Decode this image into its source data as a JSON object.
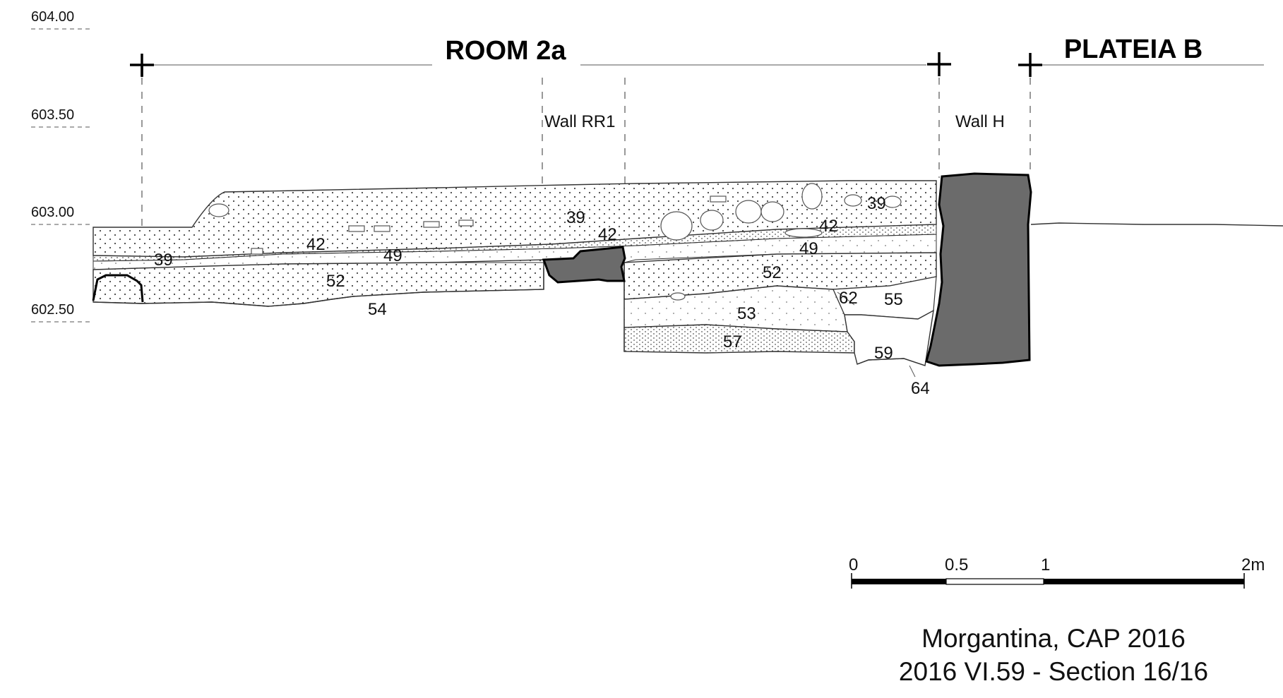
{
  "elevations": [
    {
      "label": "604.00",
      "value": 604.0
    },
    {
      "label": "603.50",
      "value": 603.5
    },
    {
      "label": "603.00",
      "value": 603.0
    },
    {
      "label": "602.50",
      "value": 602.5
    }
  ],
  "areas": {
    "room": "ROOM 2a",
    "plateia": "PLATEIA B"
  },
  "walls": {
    "rr1": "Wall RR1",
    "h": "Wall H"
  },
  "contexts": [
    "39",
    "42",
    "49",
    "52",
    "54",
    "39",
    "42",
    "42",
    "49",
    "52",
    "53",
    "57",
    "62",
    "55",
    "59",
    "64",
    "39"
  ],
  "scale_bar": {
    "tick_0": "0",
    "tick_05": "0.5",
    "tick_1": "1",
    "tick_2": "2m"
  },
  "caption": {
    "line1": "Morgantina, CAP 2016",
    "line2": "2016 VI.59 - Section 16/16"
  },
  "colors": {
    "wall_fill": "#6b6b6b",
    "ink": "#111111"
  }
}
